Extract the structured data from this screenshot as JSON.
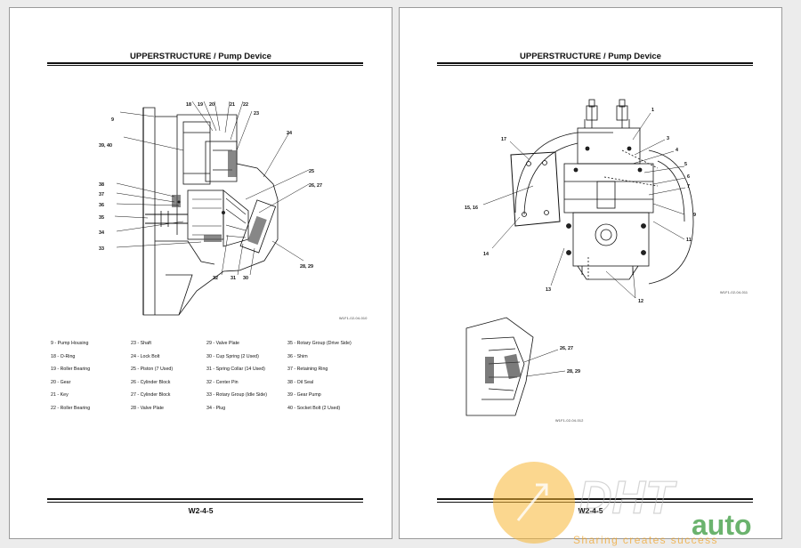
{
  "left_page": {
    "title": "UPPERSTRUCTURE / Pump Device",
    "page_number": "W2-4-5",
    "figure_code": "W1F1-02-04-010",
    "callouts": [
      "9",
      "39, 40",
      "18",
      "19",
      "20",
      "21",
      "22",
      "23",
      "24",
      "25",
      "26, 27",
      "38",
      "37",
      "36",
      "35",
      "34",
      "33",
      "32",
      "31",
      "30",
      "28, 29"
    ],
    "legend": [
      [
        {
          "no": "9",
          "text": "Pump Housing"
        },
        {
          "no": "18",
          "text": "O-Ring"
        },
        {
          "no": "19",
          "text": "Roller Bearing"
        },
        {
          "no": "20",
          "text": "Gear"
        },
        {
          "no": "21",
          "text": "Key"
        },
        {
          "no": "22",
          "text": "Roller Bearing"
        }
      ],
      [
        {
          "no": "23",
          "text": "Shaft"
        },
        {
          "no": "24",
          "text": "Lock Bolt"
        },
        {
          "no": "25",
          "text": "Piston (7 Used)"
        },
        {
          "no": "26",
          "text": "Cylinder Block"
        },
        {
          "no": "27",
          "text": "Cylinder Block"
        },
        {
          "no": "28",
          "text": "Valve Plate"
        }
      ],
      [
        {
          "no": "29",
          "text": "Valve Plate"
        },
        {
          "no": "30",
          "text": "Cup Spring (2 Used)"
        },
        {
          "no": "31",
          "text": "Spring Collar (14 Used)"
        },
        {
          "no": "32",
          "text": "Center Pin"
        },
        {
          "no": "33",
          "text": "Rotary Group (Idle Side)"
        },
        {
          "no": "34",
          "text": "Plug"
        }
      ],
      [
        {
          "no": "35",
          "text": "Rotary Group (Drive Side)"
        },
        {
          "no": "36",
          "text": "Shim"
        },
        {
          "no": "37",
          "text": "Retaining Ring"
        },
        {
          "no": "38",
          "text": "Oil Seal"
        },
        {
          "no": "39",
          "text": "Gear Pump"
        },
        {
          "no": "40",
          "text": "Socket Bolt (2 Used)"
        }
      ]
    ]
  },
  "right_page": {
    "title": "UPPERSTRUCTURE / Pump Device",
    "page_number": "W2-4-5",
    "figure_code_top": "W1F1-02-04-011",
    "figure_code_bottom": "W1F1-02-04-012",
    "callouts_top": [
      "1",
      "17",
      "3",
      "4",
      "5",
      "6",
      "7",
      "15, 16",
      "9",
      "14",
      "11",
      "13",
      "12"
    ],
    "callouts_bottom": [
      "26, 27",
      "28, 29"
    ]
  },
  "watermark": {
    "logo_text": "DHT",
    "brand_text": "auto",
    "slogan": "Sharing creates success",
    "colors": {
      "sun": "#f7b733",
      "green": "#3a9a3e",
      "grey": "#9aa0a6"
    }
  }
}
